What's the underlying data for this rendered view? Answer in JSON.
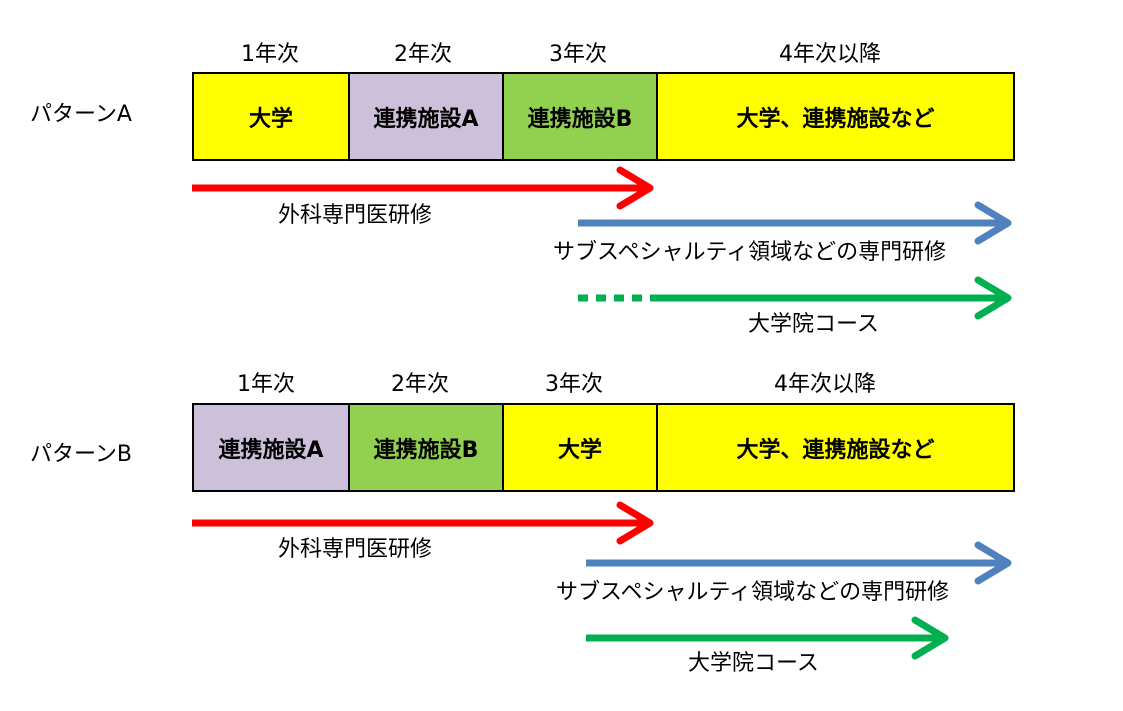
{
  "colors": {
    "university": "#ffff00",
    "facility_a": "#ccc0da",
    "facility_b": "#92d050",
    "surgery_arrow": "#ff0000",
    "subspecialty_arrow": "#4f81bd",
    "graduate_arrow": "#00b050"
  },
  "pattern_a": {
    "label": "パターンA",
    "years": [
      "1年次",
      "2年次",
      "3年次",
      "4年次以降"
    ],
    "segments": [
      "大学",
      "連携施設A",
      "連携施設B",
      "大学、連携施設など"
    ],
    "arrows": {
      "surgery": "外科専門医研修",
      "subspecialty": "サブスペシャルティ領域などの専門研修",
      "graduate": "大学院コース"
    }
  },
  "pattern_b": {
    "label": "パターンB",
    "years": [
      "1年次",
      "2年次",
      "3年次",
      "4年次以降"
    ],
    "segments": [
      "連携施設A",
      "連携施設B",
      "大学",
      "大学、連携施設など"
    ],
    "arrows": {
      "surgery": "外科専門医研修",
      "subspecialty": "サブスペシャルティ領域などの専門研修",
      "graduate": "大学院コース"
    }
  }
}
